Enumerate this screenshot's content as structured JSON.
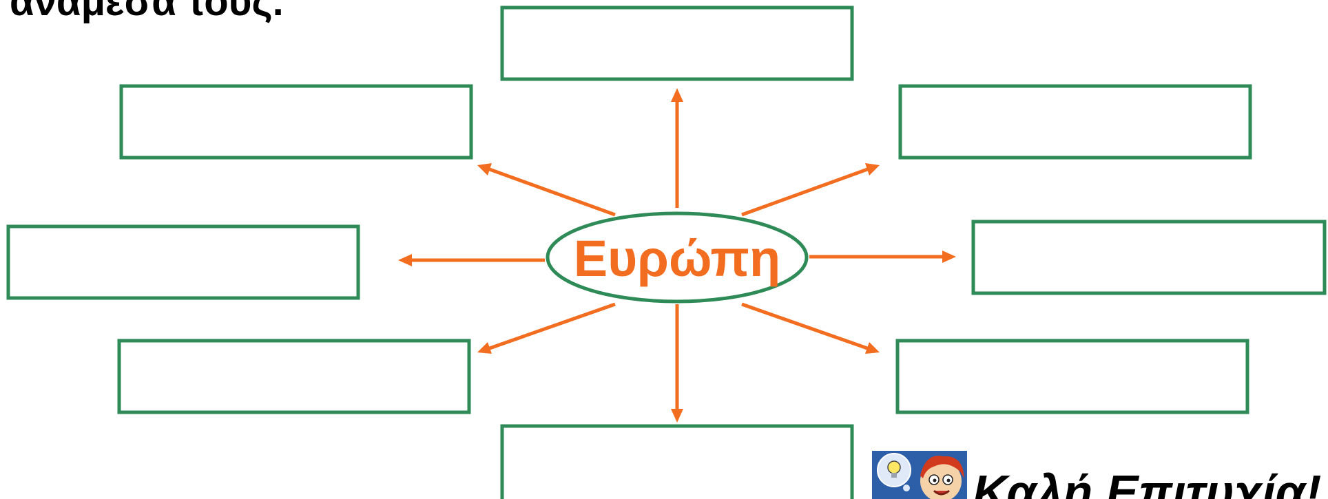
{
  "heading": {
    "text": "ανάμεσά τους."
  },
  "diagram": {
    "center_label": "Ευρώπη",
    "answer_boxes": [
      {
        "id": "top",
        "value": ""
      },
      {
        "id": "upper-left",
        "value": ""
      },
      {
        "id": "upper-right",
        "value": ""
      },
      {
        "id": "left",
        "value": ""
      },
      {
        "id": "right",
        "value": ""
      },
      {
        "id": "lower-left",
        "value": ""
      },
      {
        "id": "lower-right",
        "value": ""
      },
      {
        "id": "bottom",
        "value": ""
      }
    ]
  },
  "footer": {
    "text": "Καλή Επιτυχία!",
    "mascot_icon": "cartoon-child-with-lightbulb-idea-icon"
  },
  "colors": {
    "box_border": "#2e8b57",
    "arrow": "#f26d1f",
    "center_text": "#f26d1f",
    "ellipse_border": "#2e8b57"
  }
}
